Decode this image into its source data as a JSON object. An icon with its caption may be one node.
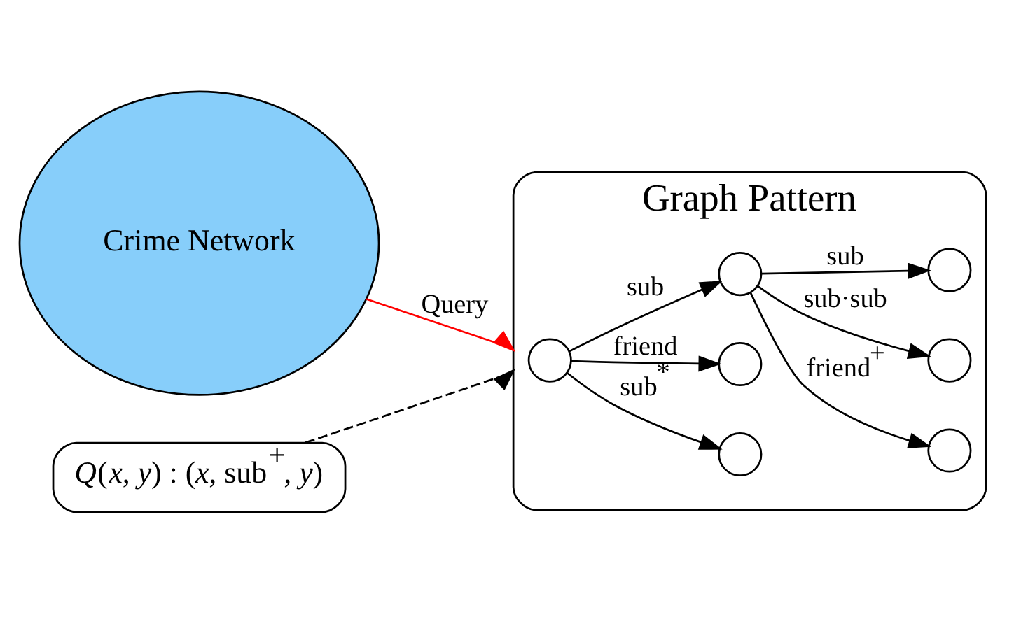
{
  "diagram": {
    "nodes": [
      {
        "text": [
          "Crime Network"
        ]
      },
      {
        "text": [
          "Graph Pattern"
        ]
      },
      {
        "text": [],
        "shape": "circle",
        "in": 1
      },
      {
        "text": [],
        "shape": "circle",
        "in": 1
      },
      {
        "text": [],
        "shape": "circle",
        "in": 1
      },
      {
        "text": [],
        "shape": "circle",
        "in": 1
      },
      {
        "text": [],
        "shape": "circle",
        "in": 1
      },
      {
        "text": [],
        "shape": "circle",
        "in": 1
      },
      {
        "text": [],
        "shape": "circle",
        "in": 1
      },
      {
        "text": [
          "*Q*(*x*, *y*) : (*x*, sub$^{+}$, *y*)"
        ]
      }
    ],
    "edges": [
      {
        "from": 0,
        "to": 1,
        "arrow": "to",
        "label": "Query",
        "color": "#ff0000"
      },
      {
        "from": 2,
        "to": 3,
        "arrow": "to",
        "label": "sub$^{*}$"
      },
      {
        "from": 2,
        "to": 4,
        "arrow": "to",
        "label": "friend"
      },
      {
        "from": 2,
        "to": 5,
        "arrow": "to",
        "label": "sub"
      },
      {
        "from": 5,
        "to": 6,
        "arrow": "to",
        "label": "friend$^{+}$"
      },
      {
        "from": 5,
        "to": 7,
        "arrow": "to",
        "label": "sub·sub"
      },
      {
        "from": 5,
        "to": 8,
        "arrow": "to",
        "label": "sub"
      },
      {
        "from": 9,
        "to": 1,
        "arrow": "to",
        "style": "dashed"
      }
    ]
  }
}
